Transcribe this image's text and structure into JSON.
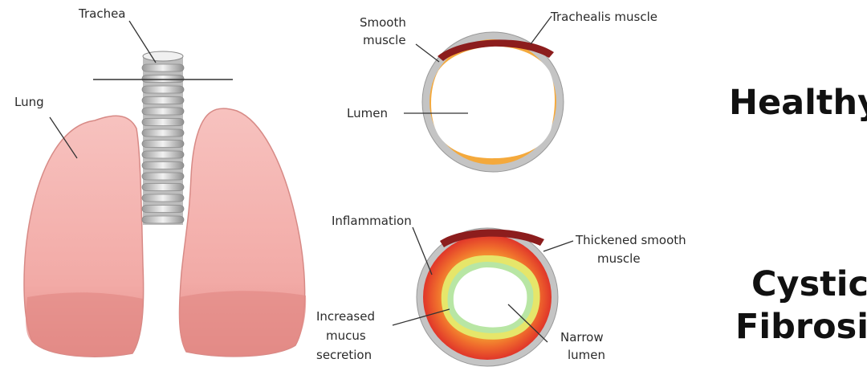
{
  "labels": {
    "trachea": "Trachea",
    "lung": "Lung",
    "smooth_muscle_1": "Smooth",
    "smooth_muscle_2": "muscle",
    "trachealis_muscle": "Trachealis muscle",
    "lumen": "Lumen",
    "inflammation": "Inflammation",
    "thickened_1": "Thickened smooth",
    "thickened_2": "muscle",
    "mucus_1": "Increased",
    "mucus_2": "mucus",
    "mucus_3": "secretion",
    "narrow_1": "Narrow",
    "narrow_2": "lumen"
  },
  "titles": {
    "healthy": "Healthy",
    "cystic": "Cystic",
    "fibrosis": "Fibrosis"
  },
  "colors": {
    "lung_fill": "#f4b1ad",
    "lung_shadow": "#e68f8b",
    "trachea_ring": "#d9d9d9",
    "airway_wall": "#b9b9b9",
    "healthy_muscle": "#f4a93c",
    "trachealis": "#8c1d1d",
    "inflamed_outer": "#e8442a",
    "inflamed_mid": "#f38a2f",
    "mucus": "#e6e66a",
    "mucus_inner": "#b8e6a4"
  }
}
